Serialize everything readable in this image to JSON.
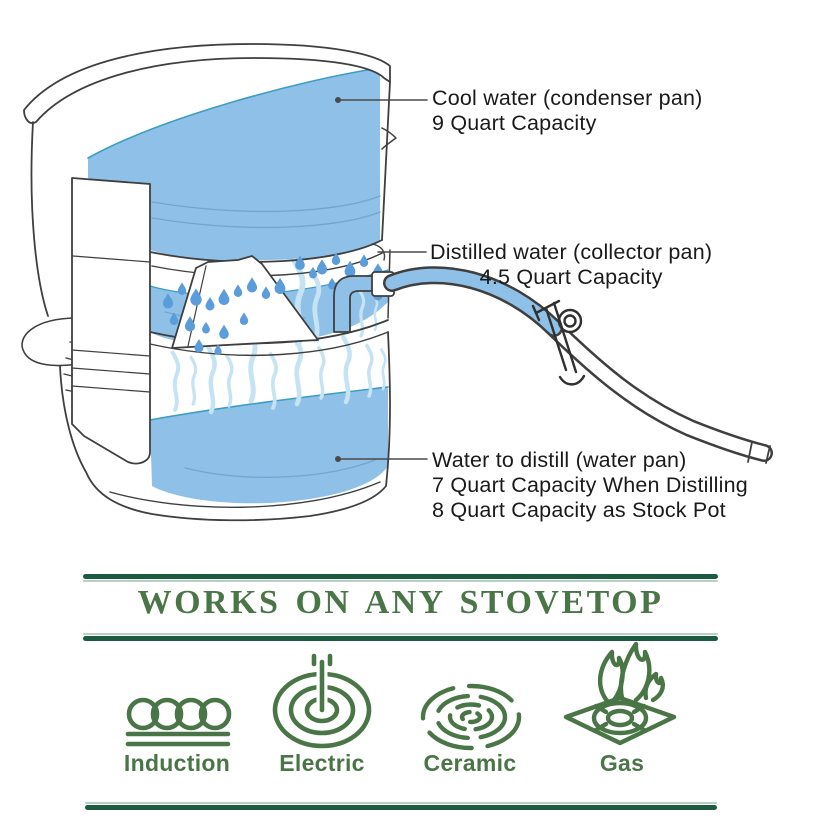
{
  "annotations": {
    "condenser": {
      "title": "Cool water (condenser pan)",
      "capacity": "9 Quart Capacity"
    },
    "collector": {
      "title": "Distilled water (collector pan)",
      "capacity": "4.5 Quart Capacity"
    },
    "water_pan": {
      "title": "Water to distill (water pan)",
      "capacity_distilling": "7 Quart Capacity When Distilling",
      "capacity_stock": "8 Quart Capacity as Stock Pot"
    }
  },
  "stovetop_section": {
    "heading": "WORKS ON ANY STOVETOP",
    "types": [
      {
        "id": "induction",
        "label": "Induction"
      },
      {
        "id": "electric",
        "label": "Electric"
      },
      {
        "id": "ceramic",
        "label": "Ceramic"
      },
      {
        "id": "gas",
        "label": "Gas"
      }
    ]
  },
  "colors": {
    "accent_green": "#4a7547",
    "rule_green": "#1d5b41",
    "water_blue": "#8fc0e7",
    "droplet_blue": "#5b9cda",
    "steam_blue": "#c6e3f3",
    "outline": "#3f3f3f"
  }
}
